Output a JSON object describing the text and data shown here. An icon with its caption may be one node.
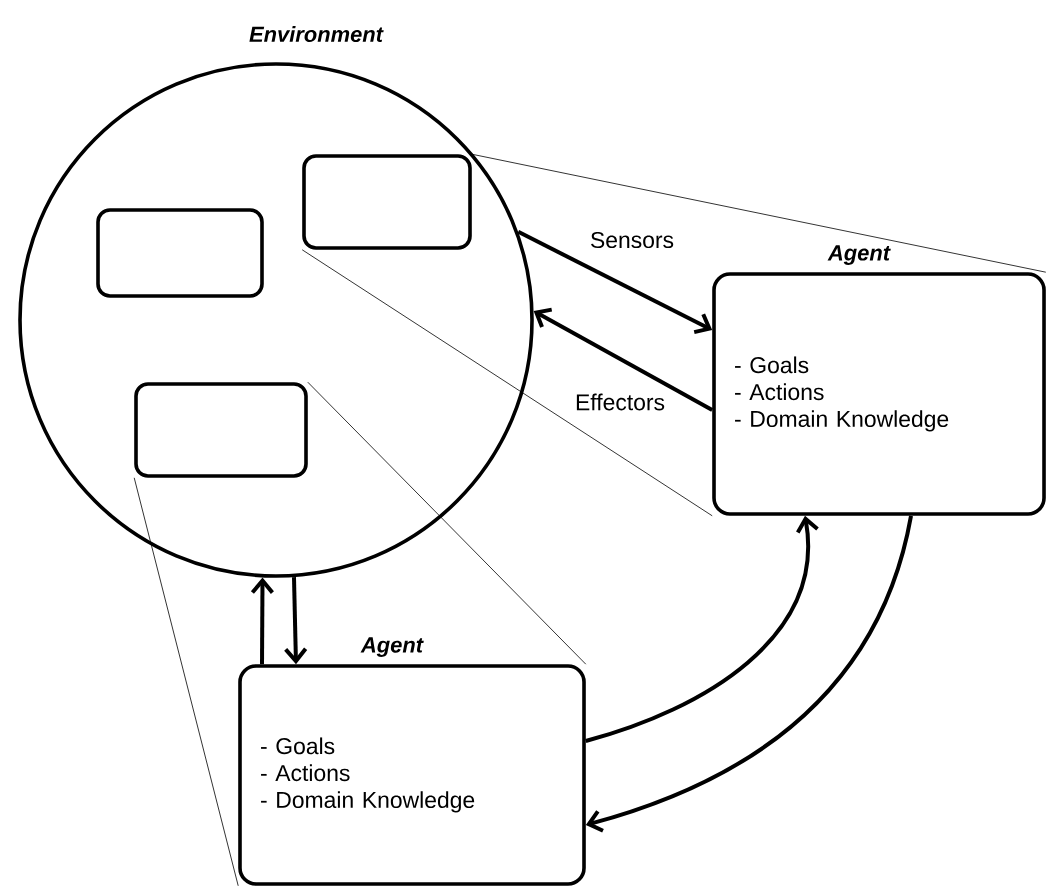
{
  "diagram": {
    "nodes": [
      {
        "text": [
          "Environment"
        ]
      },
      {
        "text": [],
        "shape": "box",
        "in": 0
      },
      {
        "text": [],
        "shape": "box",
        "in": 0
      },
      {
        "text": [],
        "shape": "box",
        "in": 0
      },
      {
        "text": [
          "Agent",
          "- Goals",
          "- Actions",
          "- Domain Knowledge"
        ]
      },
      {
        "text": [
          "Agent",
          "- Goals",
          "- Actions",
          "- Domain Knowledge"
        ]
      }
    ],
    "edges": [
      {
        "from": 0,
        "to": 4,
        "arrow": "to",
        "label": "Sensors"
      },
      {
        "from": 4,
        "to": 0,
        "arrow": "to",
        "label": "Effectors"
      },
      {
        "from": 5,
        "to": 0,
        "arrow": "to"
      },
      {
        "from": 0,
        "to": 5,
        "arrow": "to"
      },
      {
        "from": 5,
        "to": 4,
        "arrow": "to"
      },
      {
        "from": 4,
        "to": 5,
        "arrow": "to"
      },
      {
        "from": 1,
        "to": 4,
        "arrow": "none"
      },
      {
        "from": 1,
        "to": 4,
        "arrow": "none"
      },
      {
        "from": 3,
        "to": 5,
        "arrow": "none"
      },
      {
        "from": 3,
        "to": 5,
        "arrow": "none"
      }
    ]
  }
}
